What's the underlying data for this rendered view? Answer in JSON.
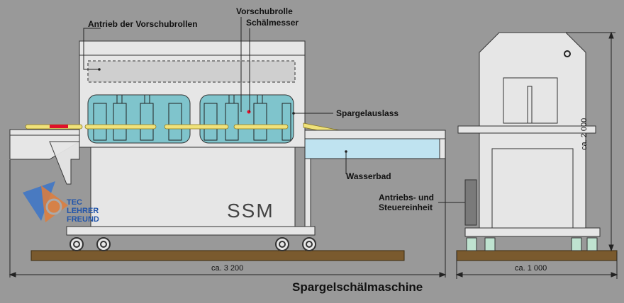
{
  "labels": {
    "drive": "Antrieb der Vorschubrollen",
    "feed_roller": "Vorschubrolle",
    "peeler": "Schälmesser",
    "outlet": "Spargelauslass",
    "water_bath": "Wasserbad",
    "control": "Antriebs- und",
    "control2": "Steuereinheit",
    "brand": "SSM"
  },
  "dimensions": {
    "length": "ca. 3 200",
    "width": "ca. 1 000",
    "height": "ca. 2 000"
  },
  "caption": "Spargelschälmaschine",
  "logo": {
    "line1": "TEC",
    "line2": "LEHRER",
    "line3": "FREUND"
  },
  "colors": {
    "background": "#999999",
    "machine": "#e6e6e6",
    "roller_box": "#7fc4cc",
    "water": "#bfe3f0",
    "floor": "#7a5a2e",
    "asparagus": "#f0e27a",
    "marker": "#e0102a"
  }
}
